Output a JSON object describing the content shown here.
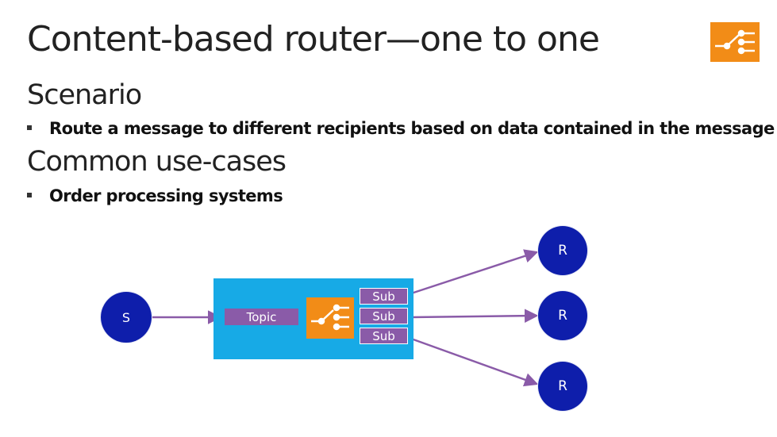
{
  "slide": {
    "title": "Content-based router—one to one",
    "icon": "router-switch-icon",
    "sections": [
      {
        "heading": "Scenario",
        "bullets": [
          "Route a message to different recipients based on data contained in the message"
        ]
      },
      {
        "heading": "Common use-cases",
        "bullets": [
          "Order processing systems"
        ]
      }
    ]
  },
  "diagram": {
    "sender_label": "S",
    "topic_label": "Topic",
    "subscriptions": [
      "Sub",
      "Sub",
      "Sub"
    ],
    "receivers": [
      "R",
      "R",
      "R"
    ],
    "colors": {
      "node": "#0e1eab",
      "panel": "#17aae6",
      "topic": "#8a5ba8",
      "switch": "#f28c17",
      "arrow": "#8a5ba8"
    }
  }
}
